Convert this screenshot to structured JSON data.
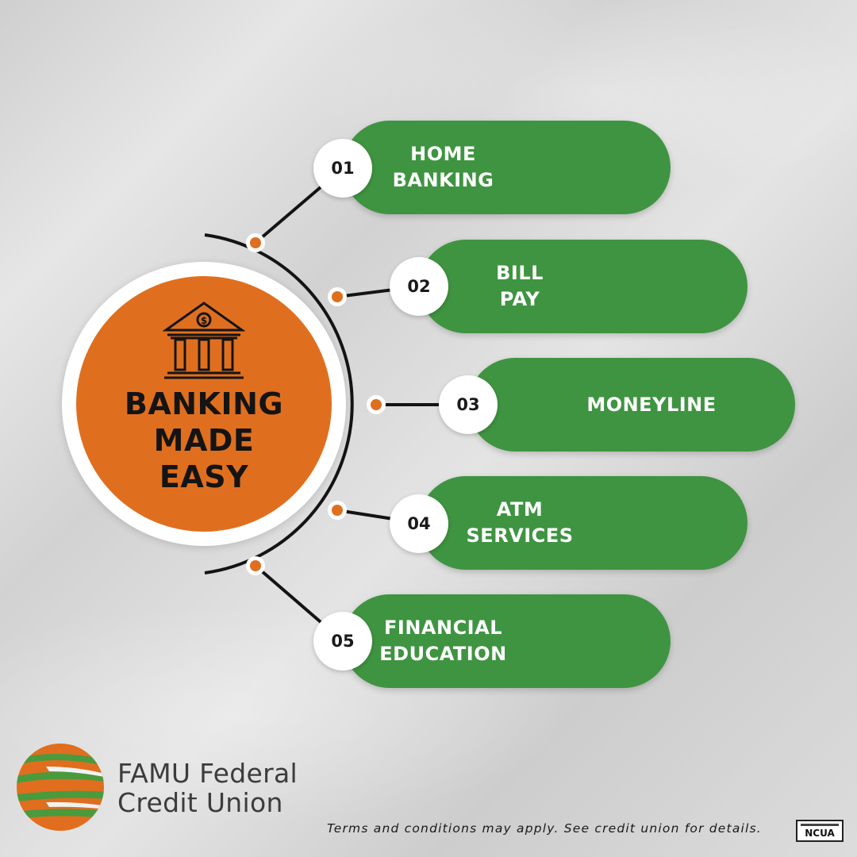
{
  "center": {
    "title_lines": [
      "BANKING",
      "MADE",
      "EASY"
    ],
    "icon": "bank-icon"
  },
  "items": [
    {
      "number": "01",
      "lines": [
        "HOME",
        "BANKING"
      ]
    },
    {
      "number": "02",
      "lines": [
        "BILL",
        "PAY"
      ]
    },
    {
      "number": "03",
      "lines": [
        "MONEYLINE"
      ]
    },
    {
      "number": "04",
      "lines": [
        "ATM",
        "SERVICES"
      ]
    },
    {
      "number": "05",
      "lines": [
        "FINANCIAL",
        "EDUCATION"
      ]
    }
  ],
  "footer": {
    "logo_lines": [
      "FAMU Federal",
      "Credit Union"
    ],
    "terms": "Terms and conditions may apply. See credit union for details.",
    "ncua_badge": "NCUA"
  },
  "colors": {
    "orange": "#df6f1f",
    "green": "#3f9441",
    "white": "#ffffff",
    "dark": "#141414"
  }
}
